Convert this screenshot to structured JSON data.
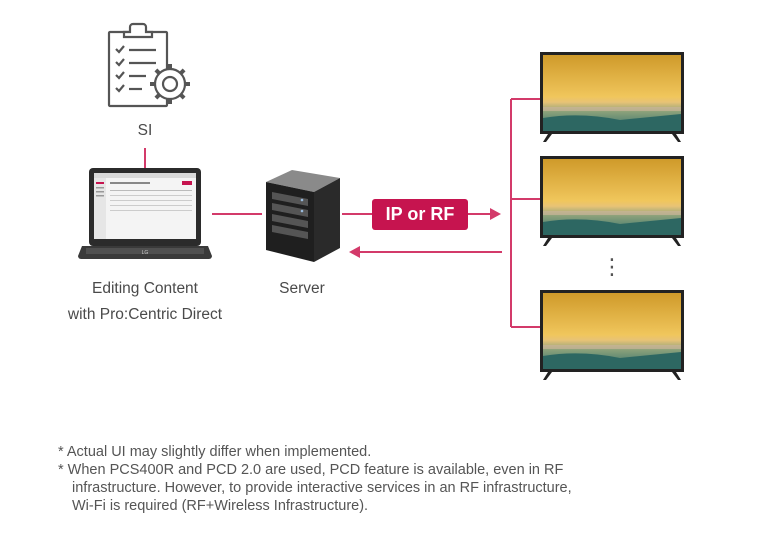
{
  "nodes": {
    "si": {
      "label": "SI",
      "icon": "checklist-gear-icon"
    },
    "laptop": {
      "label_line1": "Editing Content",
      "label_line2": "with Pro:Centric Direct",
      "icon": "laptop-icon"
    },
    "server": {
      "label": "Server",
      "icon": "server-tower-icon"
    },
    "connection": {
      "label": "IP or RF"
    },
    "tvs": {
      "icon": "tv-display-icon",
      "ellipsis": "⋮"
    }
  },
  "notes": [
    "* Actual UI may slightly differ when implemented.",
    "* When PCS400R and PCD 2.0 are used, PCD feature is available, even in RF",
    "infrastructure. However, to provide interactive services in an RF infrastructure,",
    "Wi-Fi is required (RF+Wireless Infrastructure)."
  ],
  "colors": {
    "accent": "#c6144f",
    "line": "#d33a6a",
    "icon_stroke": "#555555",
    "text": "#4a4a4a"
  }
}
